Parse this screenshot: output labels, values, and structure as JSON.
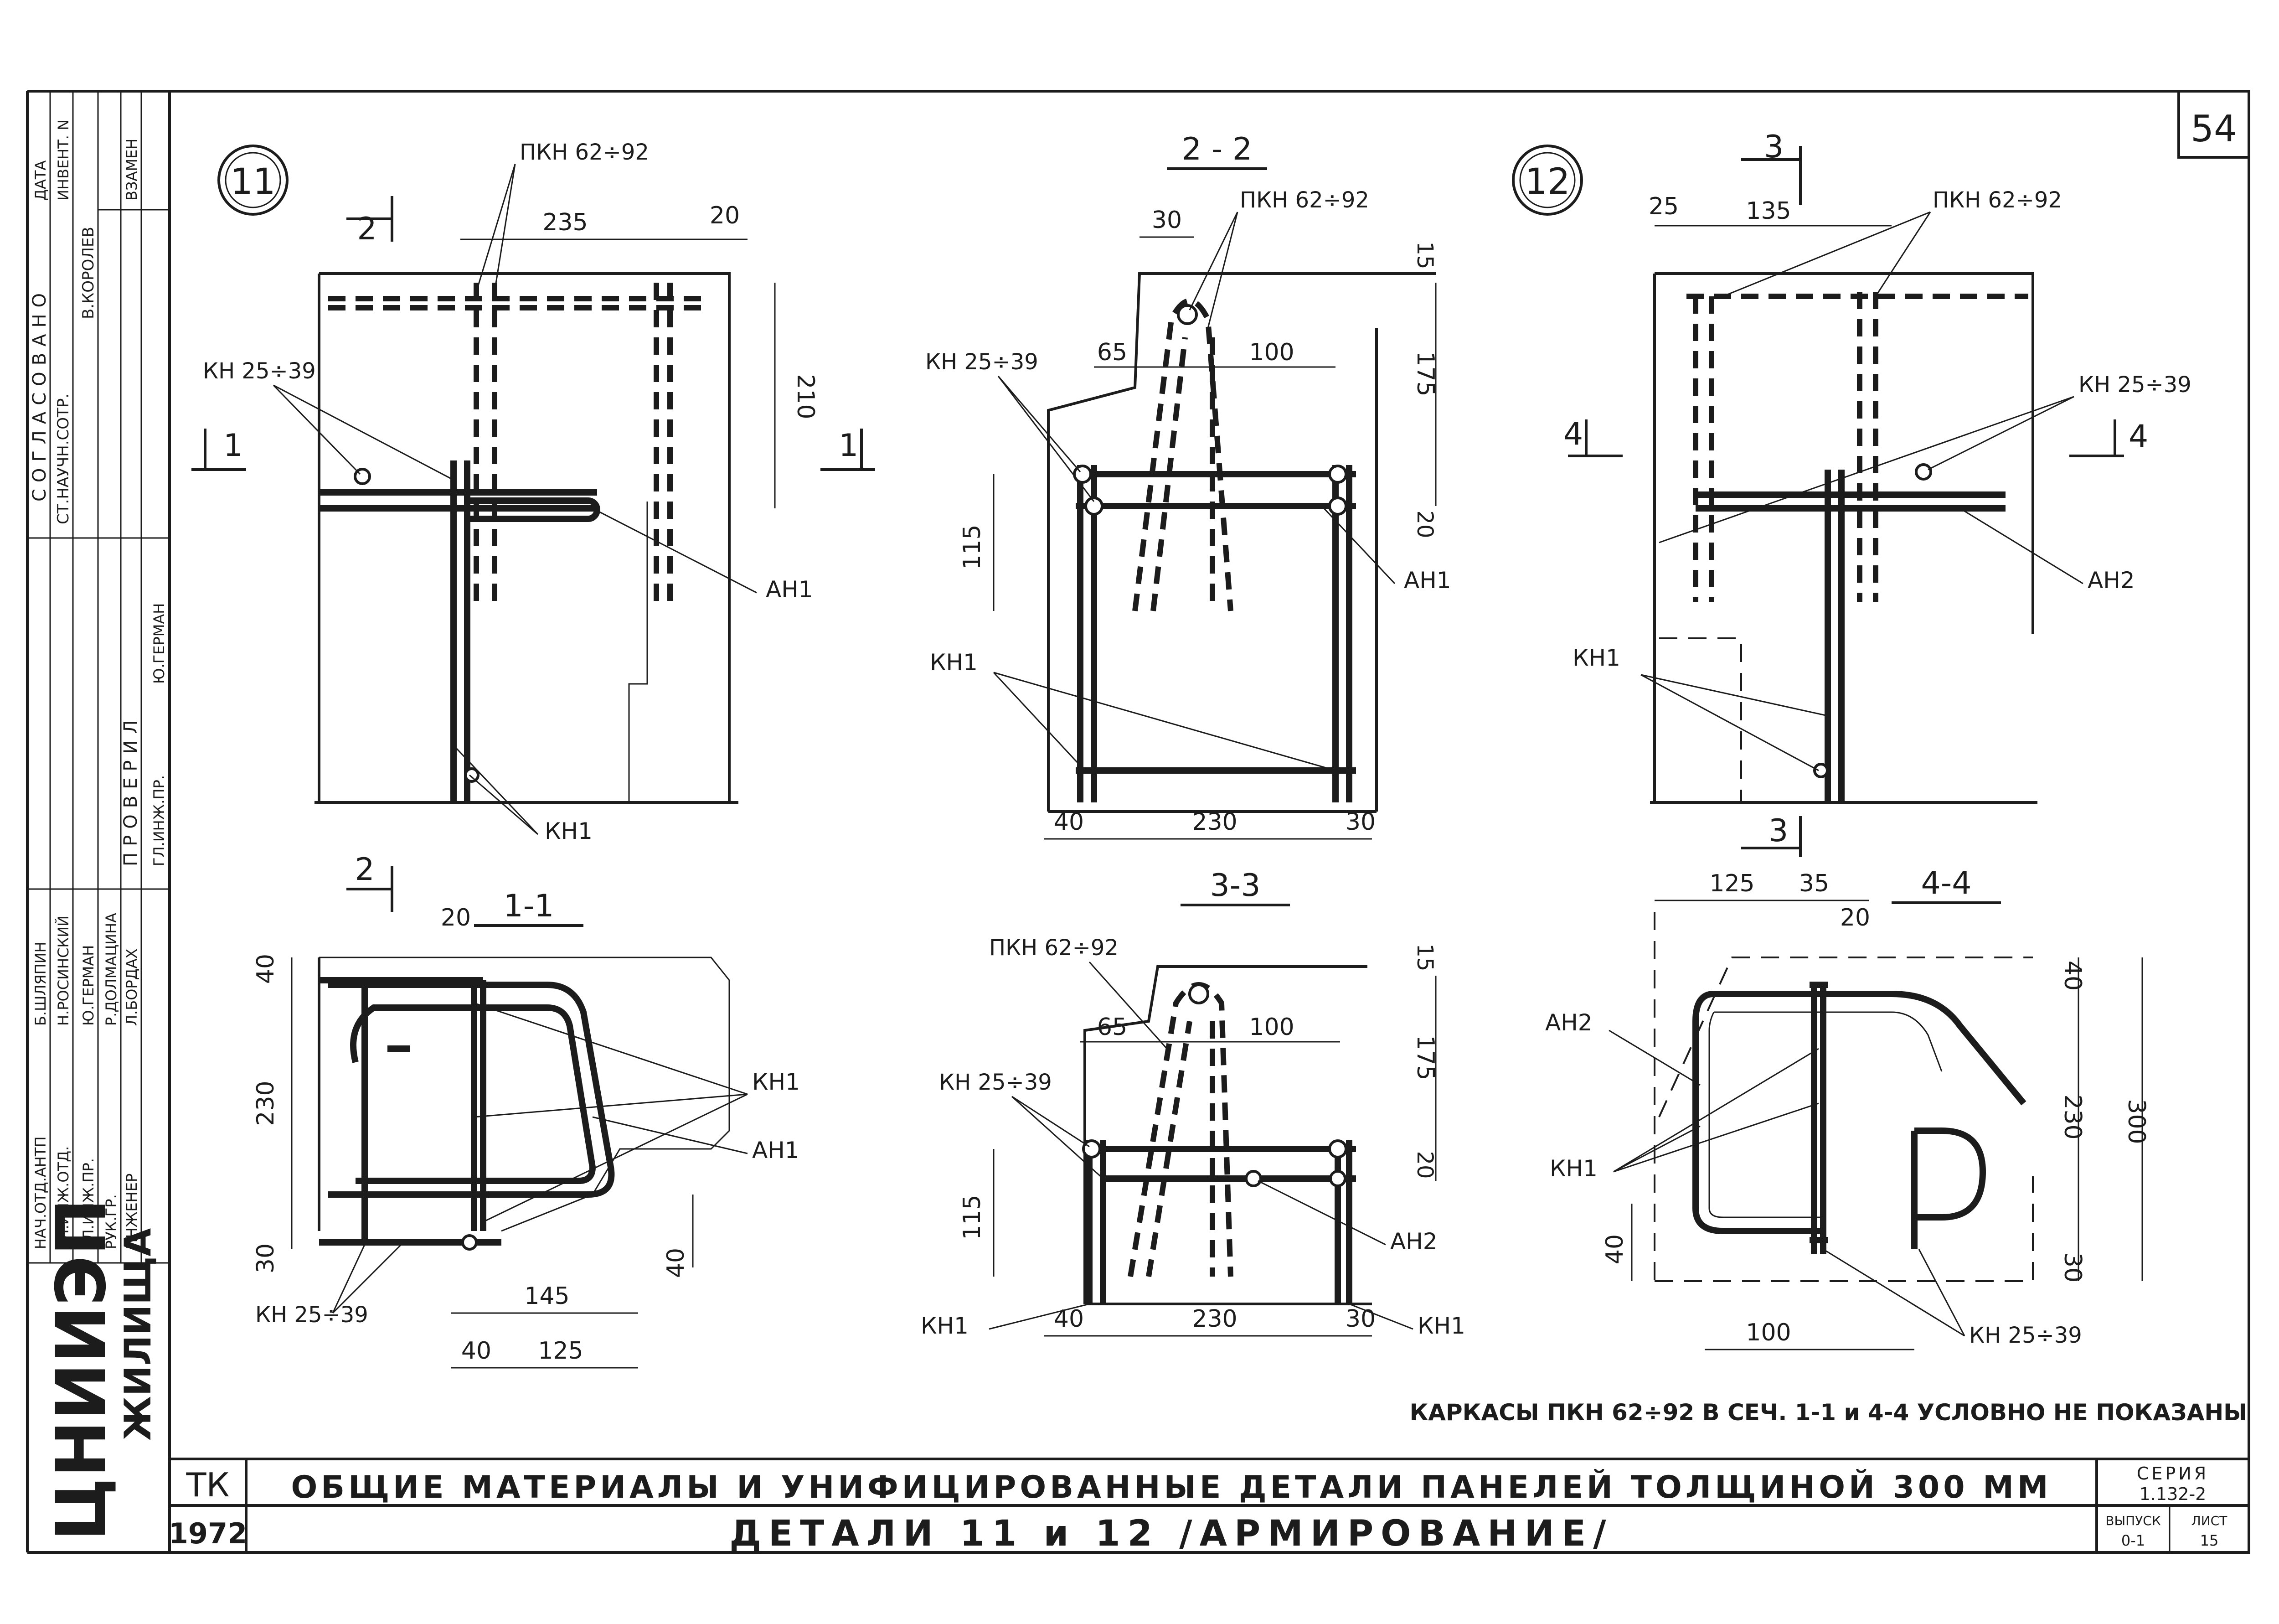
{
  "sheet": {
    "number": "54",
    "stamp_title": "ТК",
    "stamp_year": "1972",
    "title_line1": "ОБЩИЕ  МАТЕРИАЛЫ  И  УНИФИЦИРОВАННЫЕ  ДЕТАЛИ  ПАНЕЛЕЙ  ТОЛЩИНОЙ  300 ММ",
    "title_line2": "ДЕТАЛИ   11 и 12   /АРМИРОВАНИЕ/",
    "series_label": "СЕРИЯ",
    "series_value": "1.132-2",
    "issue_label": "ВЫПУСК",
    "issue_value": "0-1",
    "list_label": "ЛИСТ",
    "list_value": "15",
    "footnote": "КАРКАСЫ ПКН 62÷92  В СЕЧ. 1-1 и 4-4 УСЛОВНО НЕ ПОКАЗАНЫ",
    "org_logo": "ЦНИИЭП",
    "org_name": "ЖИЛИЩА"
  },
  "side_block": {
    "agreed": "СОГЛАСОВАНО",
    "date": "ДАТА",
    "inv": "ИНВЕНТ. N",
    "vzamen": "ВЗАМЕН",
    "agreed_role": "СТ.НАУЧН.СОТР.",
    "agreed_name": "В.КОРОЛЕВ",
    "checked": "ПРОВЕРИЛ",
    "checked_role": "ГЛ.ИНЖ.ПР.",
    "checked_name": "Ю.ГЕРМАН",
    "roles": [
      "НАЧ.ОТД.АНТП",
      "ГЛ.ИНЖ.ОТД.",
      "ГЛ.ИНЖ.ПР.",
      "РУК.ГР.",
      "ИНЖЕНЕР"
    ],
    "names": [
      "Б.ШЛЯПИН",
      "Н.РОСИНСКИЙ",
      "Ю.ГЕРМАН",
      "Р.ДОЛМАЦИНА",
      "Л.БОРДАХ"
    ]
  },
  "labels": {
    "detail11": "11",
    "detail12": "12",
    "sec22": "2 - 2",
    "sec11": "1-1",
    "sec33": "3-3",
    "sec44": "4-4",
    "mark1": "1",
    "mark2": "2",
    "mark3": "3",
    "mark4": "4",
    "pkn": "ПКН 62÷92",
    "kn25": "КН 25÷39",
    "kn1": "КН1",
    "an1": "АН1",
    "an2": "АН2"
  },
  "dims": {
    "d235": "235",
    "d20": "20",
    "d210": "210",
    "d30": "30",
    "d15": "15",
    "d65": "65",
    "d100": "100",
    "d175": "175",
    "d115": "115",
    "d40": "40",
    "d230": "230",
    "d25": "25",
    "d135": "135",
    "d145": "145",
    "d125": "125",
    "d35": "35",
    "d300": "300"
  }
}
